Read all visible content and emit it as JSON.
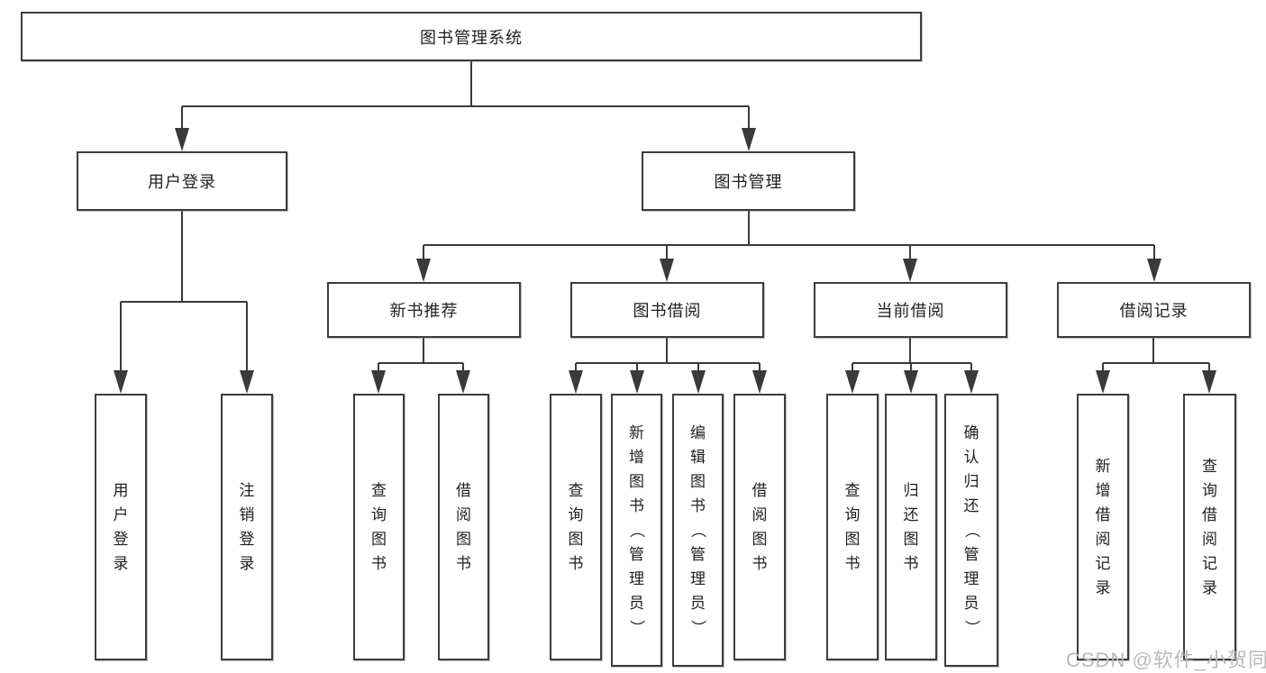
{
  "diagram": {
    "root": {
      "label": "图书管理系统"
    },
    "level2": [
      {
        "label": "用户登录"
      },
      {
        "label": "图书管理"
      }
    ],
    "level3": [
      {
        "label": "新书推荐"
      },
      {
        "label": "图书借阅"
      },
      {
        "label": "当前借阅"
      },
      {
        "label": "借阅记录"
      }
    ],
    "leaves": {
      "user_login": [
        {
          "label": "用户登录"
        },
        {
          "label": "注销登录"
        }
      ],
      "new_book": [
        {
          "label": "查询图书"
        },
        {
          "label": "借阅图书"
        }
      ],
      "book_borrow": [
        {
          "label": "查询图书"
        },
        {
          "label": "新增图书（管理员）"
        },
        {
          "label": "编辑图书（管理员）"
        },
        {
          "label": "借阅图书"
        }
      ],
      "current_borrow": [
        {
          "label": "查询图书"
        },
        {
          "label": "归还图书"
        },
        {
          "label": "确认归还（管理员）"
        }
      ],
      "borrow_record": [
        {
          "label": "新增借阅记录"
        },
        {
          "label": "查询借阅记录"
        }
      ]
    },
    "watermark": {
      "text": "CSDN @软件_小贺同学"
    },
    "colors": {
      "line": "#3a3a3a",
      "box_border": "#3d3d3d",
      "box_bg": "#ffffff",
      "text": "#1f1f1f",
      "watermark": "#b9b9b9"
    }
  }
}
